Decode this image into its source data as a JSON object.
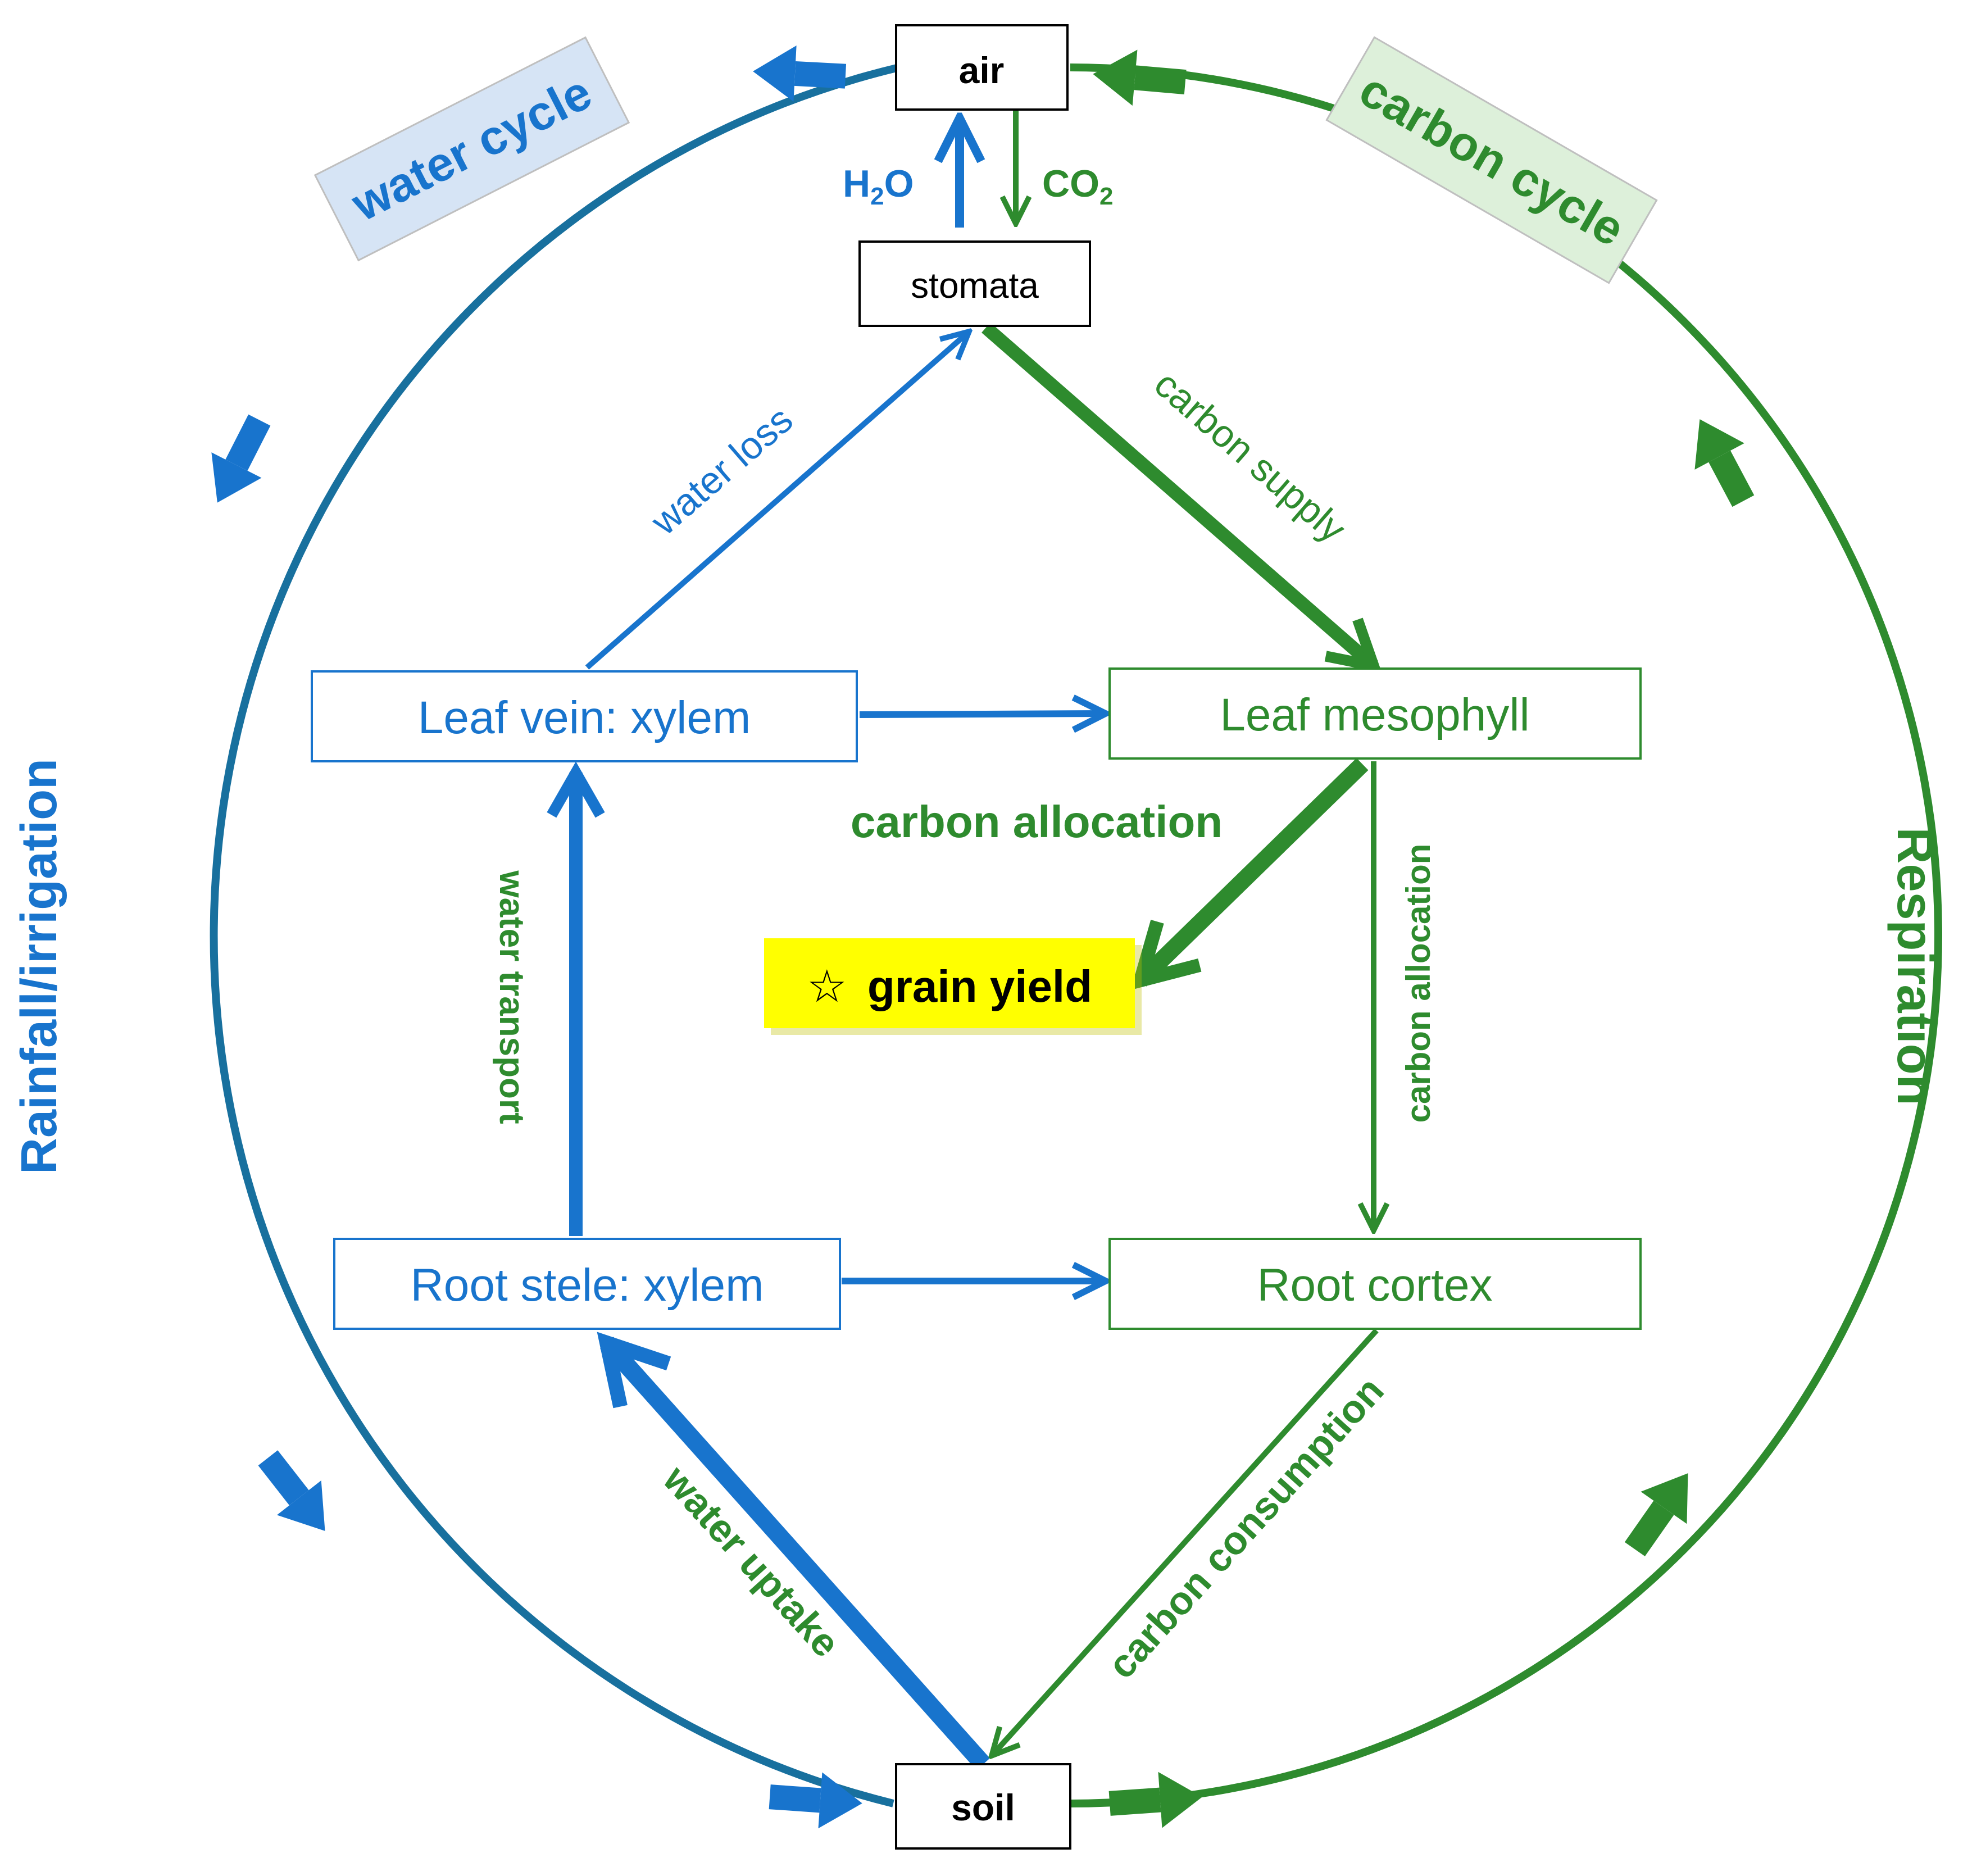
{
  "colors": {
    "water": "#1874CD",
    "water_circle": "#18709E",
    "carbon": "#2E8B2E",
    "water_tag_fill": "#D6E4F5",
    "carbon_tag_fill": "#DDF0DA",
    "grain_fill": "#FFFF00"
  },
  "nodes": {
    "air": "air",
    "stomata": "stomata",
    "soil": "soil",
    "leaf_vein": "Leaf vein: xylem",
    "leaf_mesophyll": "Leaf mesophyll",
    "root_stele": "Root stele: xylem",
    "root_cortex": "Root cortex",
    "grain_star": "☆",
    "grain_yield": "grain yield"
  },
  "cycle_tags": {
    "water_cycle": "water cycle",
    "carbon_cycle": "carbon cycle"
  },
  "side_labels": {
    "rainfall": "Rainfall/irrigation",
    "respiration": "Respiration"
  },
  "flux_labels": {
    "h2o_main": "H",
    "h2o_sub": "2",
    "h2o_end": "O",
    "co2_main": "CO",
    "co2_sub": "2",
    "water_loss": "water loss",
    "carbon_supply": "carbon supply",
    "carbon_allocation_grain": "carbon allocation",
    "carbon_allocation_root": "carbon allocation",
    "water_transport": "water transport",
    "water_uptake": "water uptake",
    "carbon_consumption": "carbon consumption"
  }
}
